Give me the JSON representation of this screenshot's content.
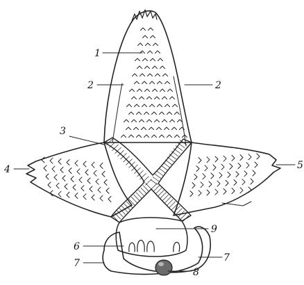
{
  "diagram": {
    "labels": [
      {
        "id": "label-1-upper",
        "text": "1"
      },
      {
        "id": "label-2-left",
        "text": "2"
      },
      {
        "id": "label-2-right",
        "text": "2"
      },
      {
        "id": "label-3",
        "text": "3"
      },
      {
        "id": "label-4",
        "text": "4"
      },
      {
        "id": "label-5",
        "text": "5"
      },
      {
        "id": "label-6",
        "text": "6"
      },
      {
        "id": "label-7-left",
        "text": "7"
      },
      {
        "id": "label-7-right",
        "text": "7"
      },
      {
        "id": "label-8",
        "text": "8"
      },
      {
        "id": "label-9",
        "text": "9"
      }
    ]
  }
}
